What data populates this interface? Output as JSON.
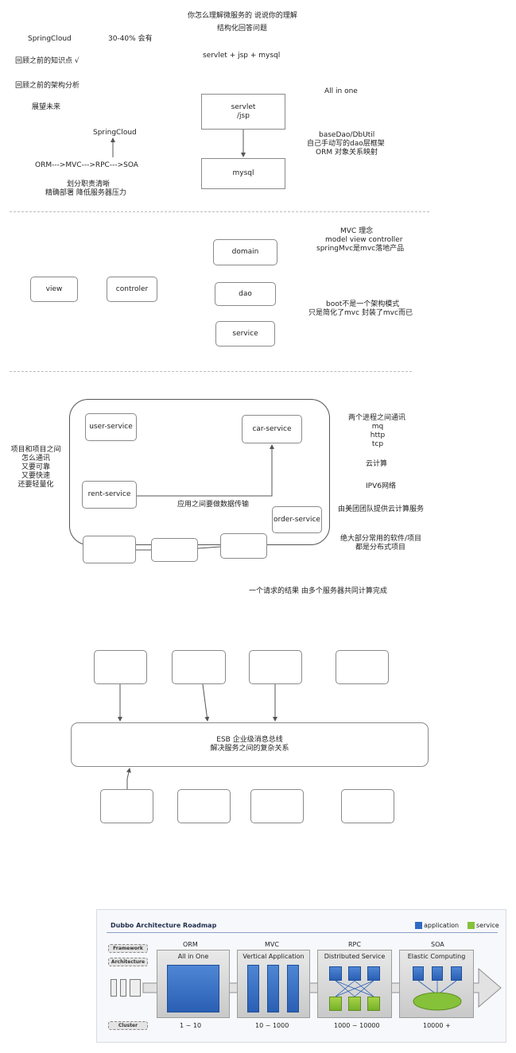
{
  "section1": {
    "title1": "你怎么理解微服务的 说说你的理解",
    "title2": "结构化回答问题",
    "springcloud_left": "SpringCloud",
    "percent": "30-40% 会有",
    "review_knowledge": "回顾之前的知识点 √",
    "review_arch": "回顾之前的架构分析",
    "outlook": "展望未来",
    "springcloud_mid": "SpringCloud",
    "evolution": "ORM--->MVC--->RPC--->SOA",
    "benefit1": "划分职责清晰",
    "benefit2": "精确部署 降低服务器压力",
    "stack": "servlet + jsp + mysql",
    "all_in_one": "All in one",
    "box_servlet": "servlet\n/jsp",
    "box_mysql": "mysql",
    "dao1": "baseDao/DbUtil",
    "dao2": "自己手动写的dao层框架",
    "dao3": "ORM 对象关系映射"
  },
  "section2": {
    "mvc1": "MVC 理念",
    "mvc2": "model view controller",
    "mvc3": "springMvc是mvc落地产品",
    "box_view": "view",
    "box_controller": "controler",
    "box_domain": "domain",
    "box_dao": "dao",
    "box_service": "service",
    "boot1": "boot不是一个架构模式",
    "boot2": "只是简化了mvc 封装了mvc而已"
  },
  "section3": {
    "left_note": "项目和项目之间\n怎么通讯\n又要可靠\n又要快速\n还要轻量化",
    "user_service": "user-service",
    "car_service": "car-service",
    "rent_service": "rent-service",
    "order_service": "order-service",
    "transfer": "应用之间要做数据传输",
    "comm1": "两个进程之间通讯",
    "comm2": "mq",
    "comm3": "http",
    "comm4": "tcp",
    "cloud": "云计算",
    "ipv6": "IPV6网络",
    "meituan": "由美团团队提供云计算服务",
    "distributed1": "绝大部分常用的软件/项目",
    "distributed2": "都是分布式项目",
    "request": "一个请求的结果 由多个服务器共同计算完成"
  },
  "section4": {
    "esb1": "ESB 企业级消息总线",
    "esb2": "解决服务之间的复杂关系"
  },
  "roadmap": {
    "title": "Dubbo Architecture Roadmap",
    "legend_app": "application",
    "legend_svc": "service",
    "legend_app_color": "#2f6bc4",
    "legend_svc_color": "#86c13a",
    "tag_framework": "Framework",
    "tag_architecture": "Architecture",
    "tag_cluster": "Cluster",
    "stages": [
      {
        "name": "ORM",
        "label": "All in One",
        "scale": "1 ~ 10"
      },
      {
        "name": "MVC",
        "label": "Vertical Application",
        "scale": "10 ~ 1000"
      },
      {
        "name": "RPC",
        "label": "Distributed Service",
        "scale": "1000 ~ 10000"
      },
      {
        "name": "SOA",
        "label": "Elastic Computing",
        "scale": "10000 +"
      }
    ]
  }
}
